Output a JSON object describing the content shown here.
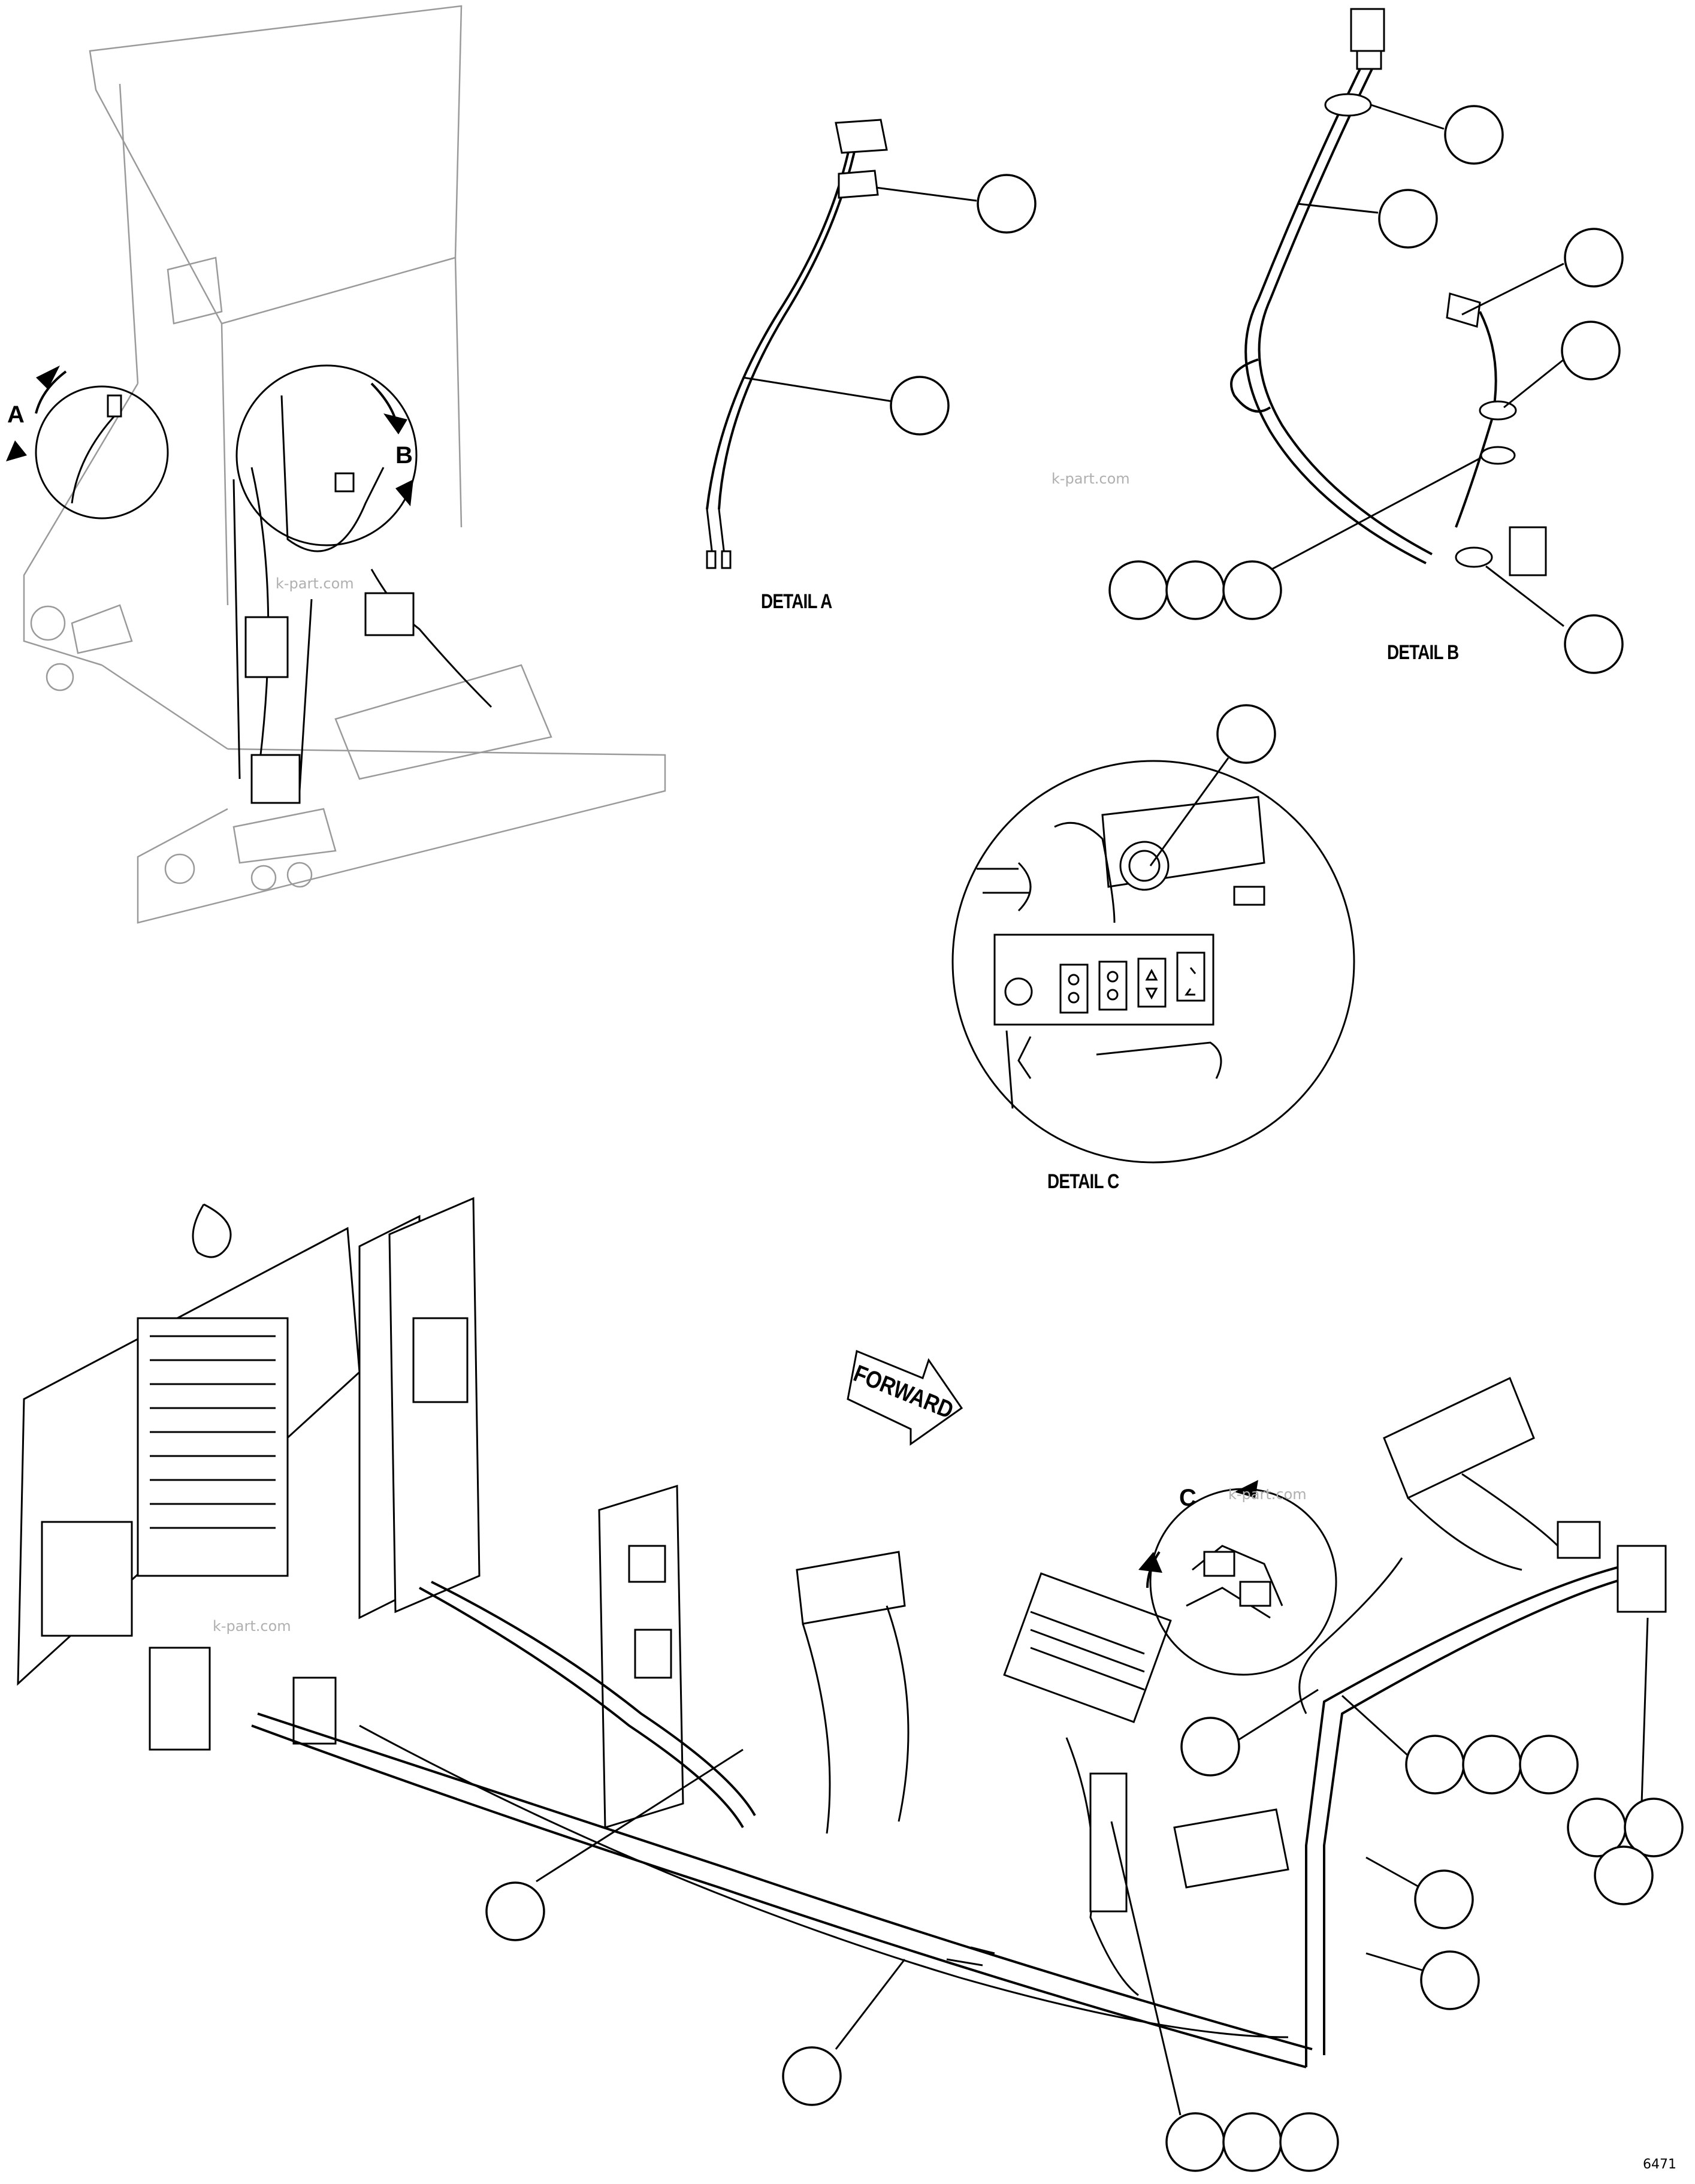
{
  "details": {
    "a_title": "DETAIL A",
    "b_title": "DETAIL B",
    "c_title": "DETAIL C"
  },
  "view_arrows": {
    "a": "A",
    "b": "B",
    "c": "C"
  },
  "forward_label": "FORWARD",
  "watermark": "k-part.com",
  "sheet_id": "6471",
  "colors": {
    "line": "#000000",
    "ghost_line": "#9a9a9a",
    "background": "#ffffff"
  }
}
